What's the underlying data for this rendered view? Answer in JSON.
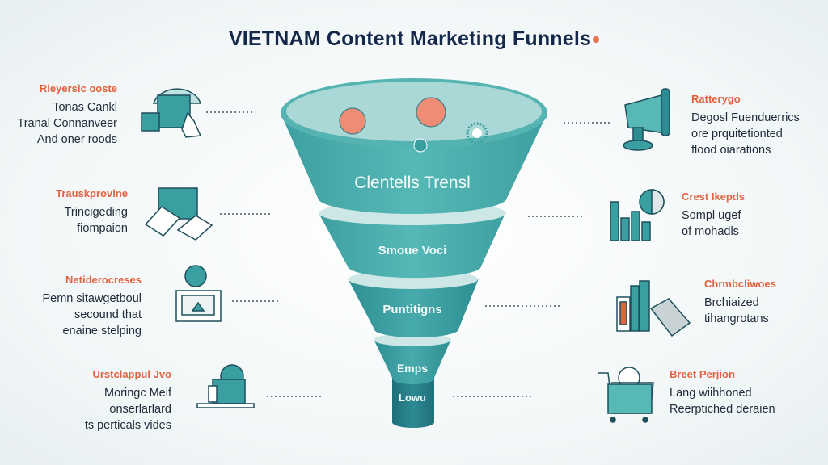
{
  "title": "VIETNAM Content Marketing Funnels",
  "funnel": {
    "stages": [
      "Clentells Trensl",
      "Smoue Voci",
      "Puntitigns",
      "Emps",
      "Lowu"
    ]
  },
  "left_items": [
    {
      "title": "Rieyersic ooste",
      "lines": [
        "Tonas Cankl",
        "Tranal Connanveer",
        "And oner roods"
      ],
      "icon": "computer-network-icon"
    },
    {
      "title": "Trauskprovine",
      "lines": [
        "Trincigeding",
        "fiompaion"
      ],
      "icon": "documents-icon"
    },
    {
      "title": "Netiderocreses",
      "lines": [
        "Pemn sitawgetboul",
        "secound that",
        "enaine stelping"
      ],
      "icon": "monitor-badge-icon"
    },
    {
      "title": "Urstclappul Jvo",
      "lines": [
        "Moringc Meif",
        "onserlarlard",
        "ts perticals vides"
      ],
      "icon": "desk-chat-icon"
    }
  ],
  "right_items": [
    {
      "title": "Ratterygo",
      "lines": [
        "Degosl Fuenduerrics",
        "ore prquitetionted",
        "flood oiarations"
      ],
      "icon": "megaphone-icon"
    },
    {
      "title": "Crest Ikepds",
      "lines": [
        "Sompl ugef",
        "of mohadls"
      ],
      "icon": "bar-chart-pie-icon"
    },
    {
      "title": "Chrmbcliwoes",
      "lines": [
        "Brchiaized",
        "tihangrotans"
      ],
      "icon": "books-icon"
    },
    {
      "title": "Breet Perjion",
      "lines": [
        "Lang wiihhoned",
        "Reerptiched deraien"
      ],
      "icon": "shopping-cart-icon"
    }
  ],
  "colors": {
    "teal": "#3aa6a6",
    "teal_dark": "#1d7a82",
    "accent": "#e0623f",
    "text": "#15284a"
  }
}
